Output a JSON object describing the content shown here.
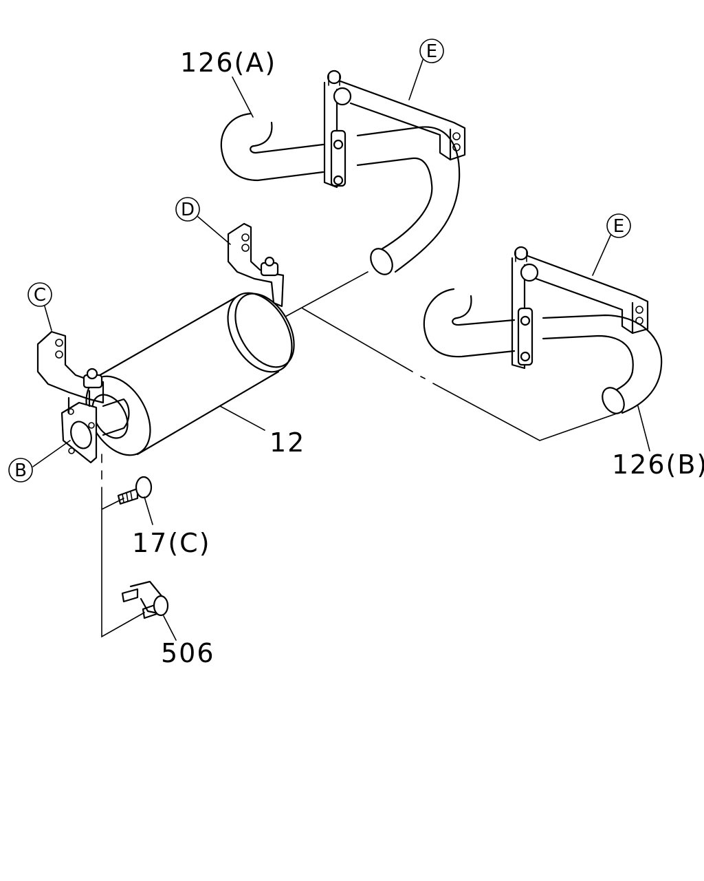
{
  "labels": {
    "pipe_a": "126(A)",
    "pipe_b": "126(B)",
    "muffler": "12",
    "bolt": "17(C)",
    "clamp": "506"
  },
  "callouts": {
    "b": "B",
    "c": "C",
    "d": "D",
    "e1": "E",
    "e2": "E"
  }
}
